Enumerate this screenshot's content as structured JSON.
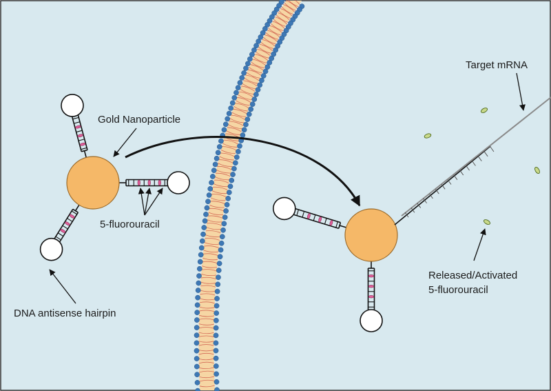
{
  "labels": {
    "gold_nanoparticle": "Gold Nanoparticle",
    "fluorouracil": "5-fluorouracil",
    "dna_hairpin": "DNA antisense hairpin",
    "target_mrna": "Target mRNA",
    "released_line1": "Released/Activated",
    "released_line2": "5-fluorouracil"
  },
  "colors": {
    "background": "#d8e9ef",
    "border": "#333333",
    "gold": "#f5b868",
    "gold_stroke": "#9a6a2a",
    "membrane_fill": "#f6d6a4",
    "membrane_lipid": "#c8483e",
    "membrane_head": "#3d78b5",
    "drug_marker": "#e0609a",
    "drug_free": "#c9d98a",
    "mrna": "#8a8a8a"
  }
}
